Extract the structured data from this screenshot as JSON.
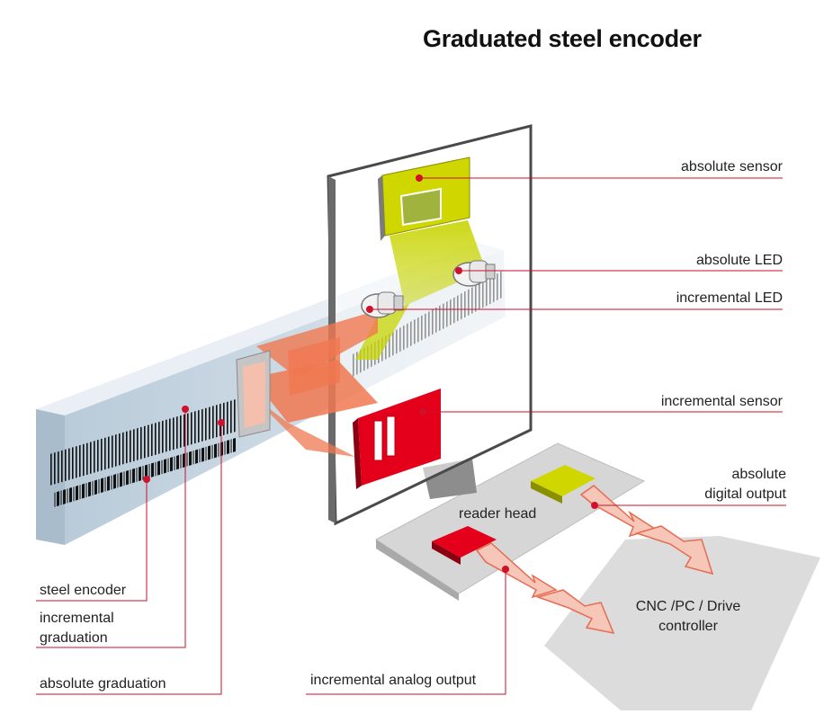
{
  "title": "Graduated steel encoder",
  "labels": {
    "absolute_sensor": "absolute sensor",
    "absolute_led": "absolute LED",
    "incremental_led": "incremental LED",
    "incremental_sensor": "incremental sensor",
    "absolute_digital_output_line1": "absolute",
    "absolute_digital_output_line2": "digital output",
    "reader_head": "reader head",
    "controller_line1": "CNC /PC / Drive",
    "controller_line2": "controller",
    "steel_encoder": "steel encoder",
    "incremental_graduation_line1": "incremental",
    "incremental_graduation_line2": "graduation",
    "absolute_graduation": "absolute graduation",
    "incremental_analog_output": "incremental analog output"
  },
  "colors": {
    "leader_line": "#c8102e",
    "marker": "#d0112b",
    "absolute_yellow": "#cfd600",
    "incremental_red": "#e4001b",
    "beam_orange": "#f07850",
    "scale_blue": "#c9d9e6",
    "panel_gray": "#d9d9d9"
  }
}
